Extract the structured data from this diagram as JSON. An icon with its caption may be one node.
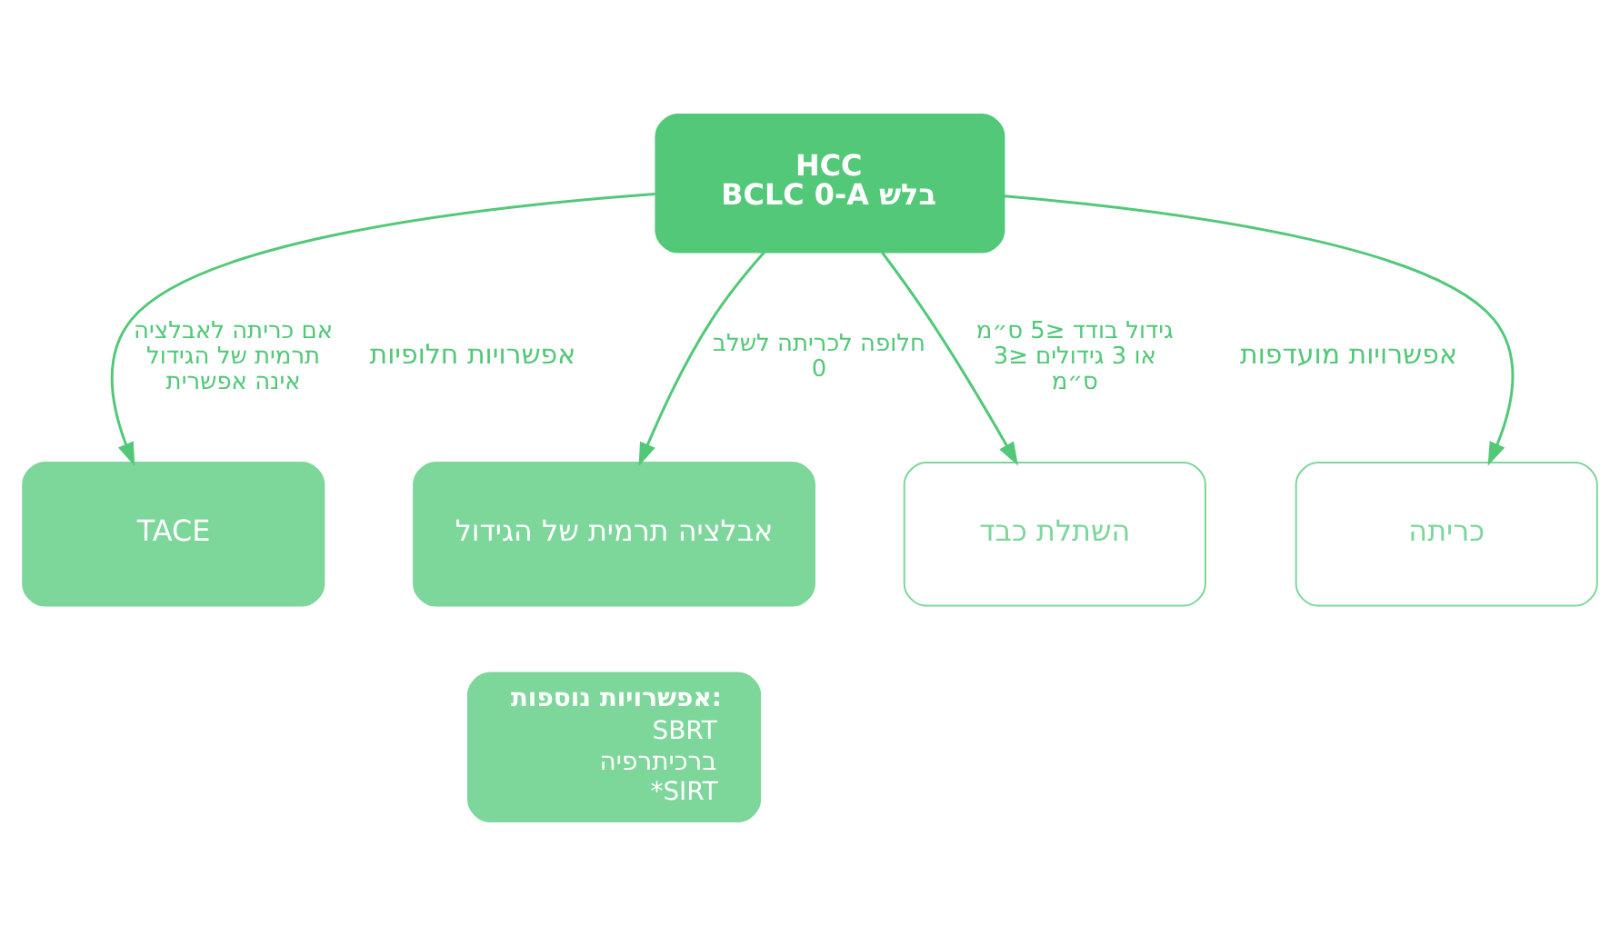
{
  "diagram": {
    "nodes": [
      {
        "text": [
          "HCC",
          "BCLC 0-A בלש"
        ]
      },
      {
        "text": [
          "TACE"
        ]
      },
      {
        "text": [
          "אבלציה תרמית של הגידול"
        ]
      },
      {
        "text": [
          "השתלת כבד"
        ]
      },
      {
        "text": [
          "כריתה"
        ]
      },
      {
        "text": [
          "אפשרויות נוספות:",
          "SBRT",
          "ברכיתרפיה",
          "*SIRT"
        ]
      }
    ],
    "edges": [
      {
        "from": 0,
        "to": 1,
        "arrow": "to",
        "label": "אם כריתה לאבלציה תרמית של הגידול אינה אפשרית"
      },
      {
        "from": 0,
        "to": 2,
        "arrow": "to",
        "label": "חלופה לכריתה לשלב 0"
      },
      {
        "from": 0,
        "to": 3,
        "arrow": "to",
        "label": "גידול בודד ≤5 ס״מ או 3 גידולים ≤3 ס״מ"
      },
      {
        "from": 0,
        "to": 4,
        "arrow": "to"
      }
    ],
    "labels": [
      "אפשרויות חלופיות",
      "אפשרויות מועדפות"
    ]
  }
}
